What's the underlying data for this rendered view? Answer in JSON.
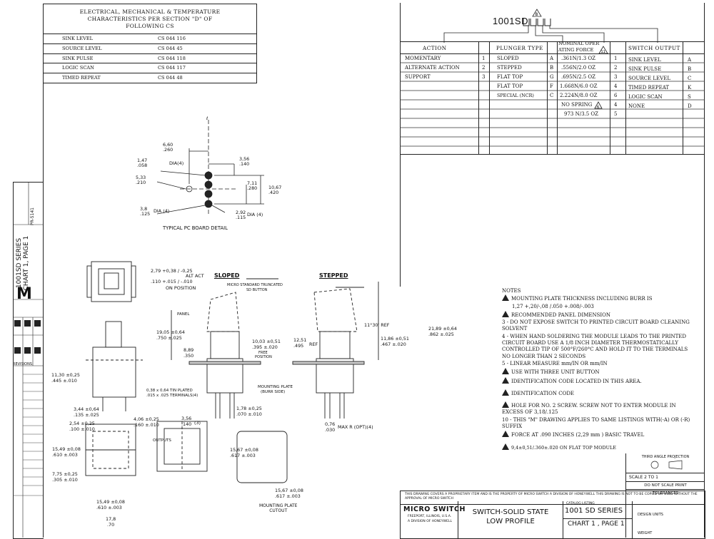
{
  "cs_table": {
    "title_lines": [
      "ELECTRICAL, MECHANICAL & TEMPERATURE",
      "CHARACTERISTICS PER SECTION \"D\" OF",
      "FOLLOWING CS"
    ],
    "rows": [
      {
        "name": "SINK LEVEL",
        "value": "CS 044 116"
      },
      {
        "name": "SOURCE LEVEL",
        "value": "CS 044 45"
      },
      {
        "name": "SINK PULSE",
        "value": "CS 044 118"
      },
      {
        "name": "LOGIC SCAN",
        "value": "CS 044 117"
      },
      {
        "name": "TIMED REPEAT",
        "value": "CS 044 48"
      }
    ]
  },
  "part_code": {
    "prefix": "1001SD",
    "marker": "8"
  },
  "action_table": {
    "header": "ACTION",
    "rows": [
      {
        "label": "MOMENTARY",
        "code": "1"
      },
      {
        "label": "ALTERNATE ACTION",
        "code": "2"
      },
      {
        "label": "SUPPORT",
        "code": "3"
      }
    ]
  },
  "plunger_table": {
    "header": "PLUNGER TYPE",
    "rows": [
      {
        "label": "SLOPED",
        "code": "A"
      },
      {
        "label": "STEPPED",
        "code": "B"
      },
      {
        "label": "FLAT TOP",
        "code": "G"
      },
      {
        "label": "FLAT TOP",
        "code": "F"
      },
      {
        "label": "SPECIAL (NCR)",
        "code": "C"
      }
    ]
  },
  "force_table": {
    "header_lines": [
      "NOMINAL OPER",
      "ATING FORCE"
    ],
    "header_marker": "11",
    "rows": [
      {
        "label": ".361N/1.3 OZ",
        "code": "1"
      },
      {
        "label": ".556N/2.0 OZ",
        "code": "2"
      },
      {
        "label": ".695N/2.5 OZ",
        "code": "3"
      },
      {
        "label": "1.668N/6.0 OZ",
        "code": "4"
      },
      {
        "label": "2.224N/8.0 OZ",
        "code": "6"
      },
      {
        "label": "NO SPRING",
        "code": "4",
        "marker": "6"
      },
      {
        "label": "973 N/3.5 OZ",
        "code": "5"
      }
    ]
  },
  "output_table": {
    "header": "SWITCH OUTPUT",
    "rows": [
      {
        "label": "SINK LEVEL",
        "code": "A"
      },
      {
        "label": "SINK PULSE",
        "code": "B"
      },
      {
        "label": "SOURCE LEVEL",
        "code": "C"
      },
      {
        "label": "TIMED REPEAT",
        "code": "K"
      },
      {
        "label": "LOGIC SCAN",
        "code": "S"
      },
      {
        "label": "NONE",
        "code": "D"
      }
    ]
  },
  "pc_board": {
    "title": "TYPICAL PC BOARD DETAIL",
    "dims": [
      "6,60",
      ".260",
      "1,47",
      ".058",
      "DIA(4)",
      "5,33",
      ".210",
      "3,56",
      ".140",
      "7,11",
      ".280",
      "10,67",
      ".420",
      "3,8",
      ".125",
      "DIA (4)",
      "2,92",
      ".115",
      "DIA (4)"
    ]
  },
  "views": {
    "sloped_label": "SLOPED",
    "stepped_label": "STEPPED",
    "mounting_cutout": "MOUNTING PLATE\nCUTOUT",
    "callouts": [
      "2,79 +0,38 / -0,25",
      ".110 +.015 / -.010",
      "ALT ACT",
      "ON POSITION",
      "MICRO STANDARD TRUNCATED",
      "SD BUTTON",
      "PANEL",
      "11°30' REF",
      "21,89 ±0,64",
      ".862 ±.025",
      "19,05 ±0,64",
      ".750 ±.025",
      "8,89",
      ".350",
      "10,03 ±0,51",
      ".395 ±.020",
      "FREE",
      "POSITION",
      "12,51",
      ".495",
      "REF",
      "11,86 ±0,51",
      ".467 ±.020",
      "MOUNTING PLATE",
      "(BURR SIDE)",
      "11,30 ±0,25",
      ".445 ±.010",
      "0,38 x 0,64 TIN PLATED",
      ".015 x .025 TERMINALS(4)",
      "3,44 ±0,64",
      ".135 ±.025",
      "2,54 ±0,25",
      ".100 ±.010",
      "4,06 ±0,25",
      ".160 ±.010",
      "OUTPUTS",
      "15,49 ±0,08",
      ".610 ±.003",
      "7,75 ±0,25",
      ".305 ±.010",
      "15,49 ±0,08",
      ".610 ±.003",
      "17,8",
      ".70",
      "3,56",
      ".140",
      "(3)",
      "1,78 ±0,25",
      ".070 ±.010",
      "0,76",
      ".030",
      "MAX R (OPT)(4)",
      "15,67 ±0,08",
      ".617 ±.003",
      "15,67 ±0,08",
      ".617 ±.003"
    ]
  },
  "notes": {
    "title": "NOTES",
    "items": [
      {
        "num": "1",
        "tri": true,
        "text": "MOUNTING PLATE THICKNESS INCLUDING BURR IS"
      },
      {
        "num": "",
        "tri": false,
        "text": "1,27 +,20/-,08 /.050 +.008/-.003"
      },
      {
        "num": "2",
        "tri": true,
        "text": "RECOMMENDED PANEL DIMENSION"
      },
      {
        "num": "3",
        "tri": false,
        "text": "- DO NOT EXPOSE SWITCH TO PRINTED CIRCUIT BOARD CLEANING SOLVENT"
      },
      {
        "num": "4",
        "tri": false,
        "text": "- WHEN HAND SOLDERING THE MODULE LEADS TO THE PRINTED CIRCUIT BOARD USE A 1/8 INCH DIAMETER THERMOSTATICALLY CONTROLLED TIP OF 500°F/260°C AND HOLD IT TO THE TERMINALS NO LONGER THAN 2 SECONDS"
      },
      {
        "num": "5",
        "tri": false,
        "text": "- LINEAR MEASURE mm/IN OR mm/IN"
      },
      {
        "num": "6",
        "tri": true,
        "text": "USE WITH THREE UNIT BUTTON"
      },
      {
        "num": "7",
        "tri": true,
        "text": "IDENTIFICATION CODE LOCATED IN THIS AREA."
      },
      {
        "num": "8",
        "tri": true,
        "text": "IDENTIFICATION CODE"
      },
      {
        "num": "9",
        "tri": true,
        "text": "HOLE FOR NO. 2 SCREW. SCREW NOT TO ENTER MODULE IN EXCESS OF 3,18/.125"
      },
      {
        "num": "10",
        "tri": false,
        "text": "- THIS \"M\" DRAWING APPLIES TO SAME LISTINGS WITH(-A) OR (-R) SUFFIX"
      },
      {
        "num": "11",
        "tri": true,
        "text": "FORCE AT .090 INCHES (2,29 mm ) BASIC TRAVEL"
      },
      {
        "num": "12",
        "tri": true,
        "text": "9,4±0,51/.360±.020 ON FLAT TOP MODULE"
      }
    ]
  },
  "side_strip": {
    "series": "1001SD SERIES",
    "chart": "CHART 1, PAGE 1",
    "letter": "M",
    "pr": "PR-5141",
    "revisions": "REVISIONS"
  },
  "title_block": {
    "disclaimer": "THIS DRAWING COVERS A PROPRIETARY ITEM AND IS THE PROPERTY OF MICRO SWITCH A DIVISION OF HONEYWELL THIS DRAWING IS NOT TO BE COPIED OR USED WITHOUT THE APPROVAL OF MICRO SWITCH",
    "company": "MICRO SWITCH",
    "company_sub": "FREEPORT, ILLINOIS, U.S.A.",
    "company_div": "A DIVISION OF HONEYWELL",
    "title_line1": "SWITCH-SOLID STATE",
    "title_line2": "LOW PROFILE",
    "catalog_label": "CATALOG LISTING",
    "series": "1001 SD SERIES",
    "chart": "CHART 1 , PAGE 1",
    "third_angle": "THIRD ANGLE PROJECTION",
    "scale": "SCALE  2 TO 1",
    "no_scale": "DO NOT SCALE PRINT",
    "tolerances": "TOLERANCES",
    "design_units": "DESIGN UNITS",
    "weight": "WEIGHT"
  }
}
